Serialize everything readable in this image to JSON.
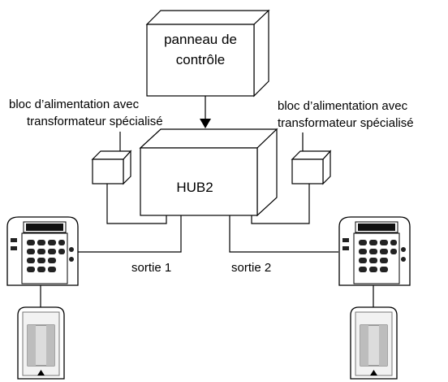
{
  "nodes": {
    "control_panel": {
      "label_line1": "panneau de",
      "label_line2": "contrôle"
    },
    "hub": {
      "label": "HUB2"
    },
    "psu_left": {
      "label_line1": "bloc d’alimentation avec",
      "label_line2": "transformateur spécialisé"
    },
    "psu_right": {
      "label_line1": "bloc d’alimentation avec",
      "label_line2": "transformateur spécialisé"
    }
  },
  "outputs": {
    "left": {
      "label": "sortie 1"
    },
    "right": {
      "label": "sortie 2"
    }
  },
  "devices": {
    "keypad_left": {
      "icon": "keypad-icon"
    },
    "keypad_right": {
      "icon": "keypad-icon"
    },
    "motion_sensor_left": {
      "icon": "motion-sensor-icon"
    },
    "motion_sensor_right": {
      "icon": "motion-sensor-icon"
    }
  }
}
